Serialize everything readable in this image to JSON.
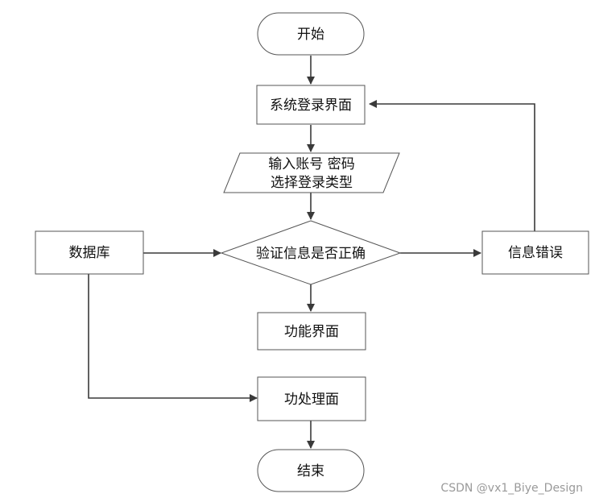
{
  "nodes": {
    "start": "开始",
    "login": "系统登录界面",
    "input_line1": "输入账号 密码",
    "input_line2": "选择登录类型",
    "verify": "验证信息是否正确",
    "database": "数据库",
    "error": "信息错误",
    "function_ui": "功能界面",
    "process_ui": "功处理面",
    "end": "结束"
  },
  "watermark": "CSDN @vx1_Biye_Design",
  "colors": {
    "line": "#3a3a3a",
    "border": "#555555",
    "background": "#ffffff"
  }
}
